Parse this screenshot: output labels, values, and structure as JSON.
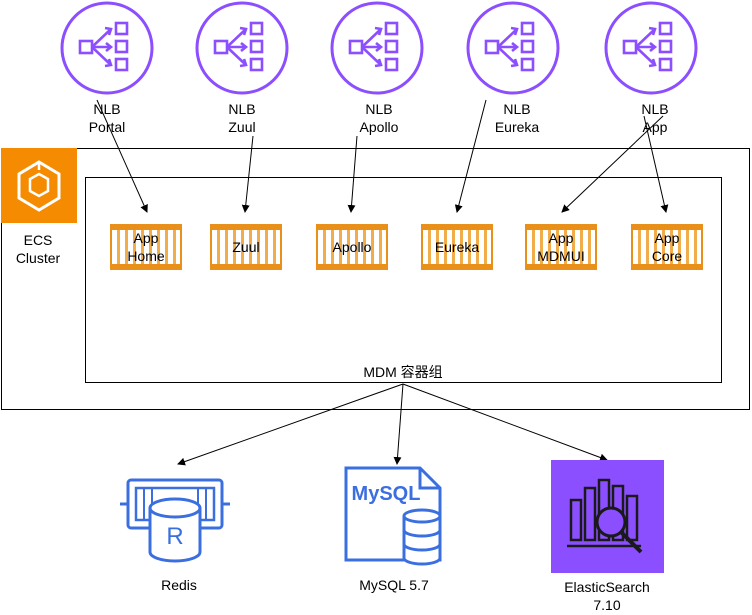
{
  "nlbs": [
    {
      "line1": "NLB",
      "line2": "Portal"
    },
    {
      "line1": "NLB",
      "line2": "Zuul"
    },
    {
      "line1": "NLB",
      "line2": "Apollo"
    },
    {
      "line1": "NLB",
      "line2": "Eureka"
    },
    {
      "line1": "NLB",
      "line2": "App"
    }
  ],
  "cluster": {
    "line1": "ECS",
    "line2": "Cluster",
    "icon": "ecs-icon"
  },
  "group_label": "MDM 容器组",
  "containers": [
    {
      "line1": "App",
      "line2": "Home"
    },
    {
      "line1": "Zuul",
      "line2": ""
    },
    {
      "line1": "Apollo",
      "line2": ""
    },
    {
      "line1": "Eureka",
      "line2": ""
    },
    {
      "line1": "App",
      "line2": "MDMUI"
    },
    {
      "line1": "App",
      "line2": "Core"
    }
  ],
  "services": {
    "redis": {
      "label": "Redis",
      "icon": "redis-icon"
    },
    "mysql": {
      "label": "MySQL 5.7",
      "icon_text": "MySQL",
      "icon": "mysql-icon"
    },
    "es": {
      "label_line1": "ElasticSearch",
      "label_line2": "7.10",
      "icon": "elasticsearch-icon"
    }
  },
  "colors": {
    "nlb": "#8c4fff",
    "container": "#e8901a",
    "ecs": "#f58b00",
    "db": "#3b6fe0",
    "es": "#8c4fff"
  }
}
